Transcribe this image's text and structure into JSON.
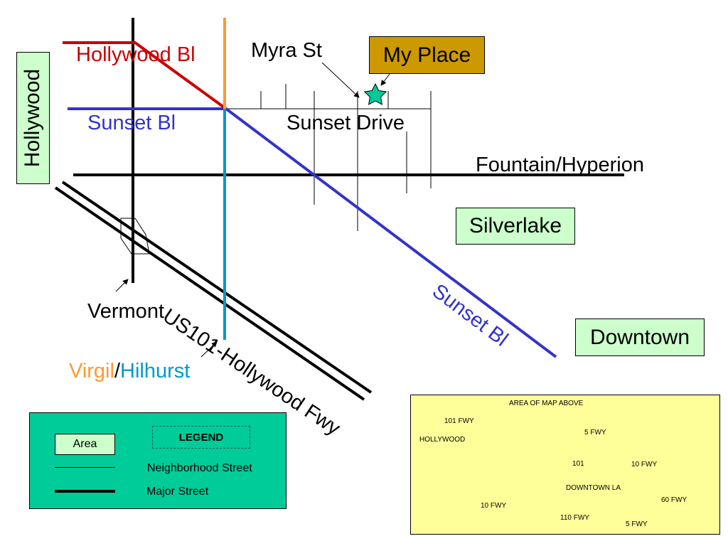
{
  "map": {
    "regions": {
      "hollywood": "Hollywood",
      "silverlake": "Silverlake",
      "downtown": "Downtown"
    },
    "streets": {
      "hollywood_bl": "Hollywood Bl",
      "sunset_bl_west": "Sunset Bl",
      "sunset_bl_east": "Sunset Bl",
      "sunset_drive": "Sunset Drive",
      "myra_st": "Myra St",
      "fountain_hyperion": "Fountain/Hyperion",
      "vermont": "Vermont",
      "virgil": "Virgil",
      "slash": "/",
      "hilhurst": "Hilhurst",
      "freeway": "US101-Hollywood Fwy"
    },
    "callout": "My Place",
    "colors": {
      "hollywood_bl": "#cc0000",
      "sunset_bl": "#3333cc",
      "virgil": "#ff9933",
      "hilhurst": "#0099cc",
      "area_fill": "#ccffcc",
      "callout_fill": "#cc9900",
      "star": "#00cc99"
    },
    "icons": {
      "my_place_marker": "star-icon"
    }
  },
  "legend": {
    "title": "LEGEND",
    "area_sample": "Area",
    "neighborhood_street": "Neighborhood Street",
    "major_street": "Major Street",
    "background": "#00cc99"
  },
  "inset": {
    "area_of_map": "AREA OF MAP ABOVE",
    "fwy_101_top": "101 FWY",
    "hollywood": "HOLLYWOOD",
    "fwy_5_top": "5 FWY",
    "fwy_101_mid": "101",
    "fwy_10_right": "10 FWY",
    "downtown_la": "DOWNTOWN LA",
    "fwy_60": "60 FWY",
    "fwy_10_left": "10 FWY",
    "fwy_110": "110 FWY",
    "fwy_5_bottom": "5 FWY",
    "background": "#ffff99"
  }
}
